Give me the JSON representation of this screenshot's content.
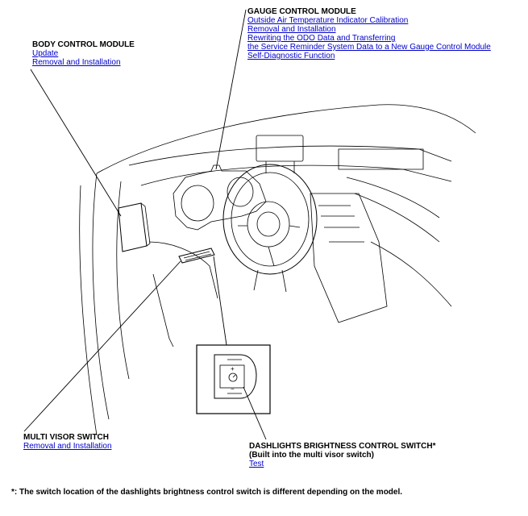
{
  "gauge": {
    "title": "GAUGE CONTROL MODULE",
    "links": [
      "Outside Air Temperature Indicator Calibration",
      "Removal and Installation",
      "Rewriting the ODO Data and Transferring",
      "the Service Reminder System Data to a New Gauge Control Module",
      "Self-Diagnostic Function"
    ]
  },
  "body_control": {
    "title": "BODY CONTROL MODULE",
    "links": [
      "Update",
      "Removal and Installation"
    ]
  },
  "multi_visor": {
    "title": "MULTI VISOR SWITCH",
    "links": [
      "Removal and Installation"
    ]
  },
  "dashlights": {
    "title": "DASHLIGHTS BRIGHTNESS CONTROL SWITCH*",
    "subtitle": "(Built into the multi visor switch)",
    "links": [
      "Test"
    ]
  },
  "detail_symbols": {
    "plus": "+",
    "minus": "−"
  },
  "footnote": "*: The switch location of the dashlights brightness control switch is different depending on the model."
}
